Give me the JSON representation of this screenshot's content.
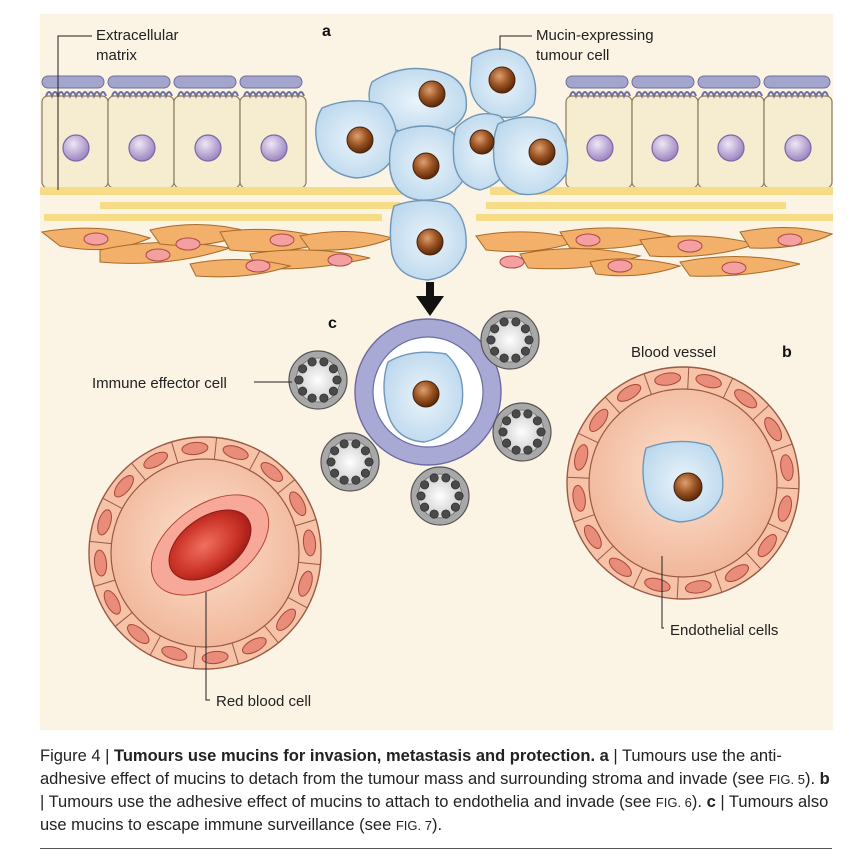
{
  "panels": {
    "a": "a",
    "b": "b",
    "c": "c"
  },
  "labels": {
    "extracellular_matrix": [
      "Extracellular",
      "matrix"
    ],
    "mucin_tumour_cell": [
      "Mucin-expressing",
      "tumour cell"
    ],
    "immune_effector_cell": "Immune effector cell",
    "blood_vessel": "Blood vessel",
    "endothelial_cells": "Endothelial cells",
    "red_blood_cell": "Red blood cell"
  },
  "caption": {
    "figure_no": "Figure 4 | ",
    "title": "Tumours use mucins for invasion, metastasis and protection.",
    "a_tag": " a",
    "a_text": " | Tumours use the anti-adhesive effect of mucins to detach from the tumour mass and surrounding stroma and invade (see ",
    "fig5": "FIG. 5",
    "b_pre": "). ",
    "b_tag": "b",
    "b_text": " | Tumours use the adhesive effect of mucins to attach to endothelia and invade (see ",
    "fig6": "FIG. 6",
    "c_pre": "). ",
    "c_tag": "c",
    "c_text": " | Tumours also use mucins to escape immune surveillance (see ",
    "fig7": "FIG. 7",
    "end": ")."
  },
  "colors": {
    "background": "#fbf3e3",
    "epithelium": "#f6ecd0",
    "microvilli": "#9fa0c8",
    "nucleus_purple": "#b9a6d4",
    "tumour_cell": "#cfe3f2",
    "tumour_nucleus": "#8a4a1c",
    "stroma": "#f2b06a",
    "stroma_nucleus": "#e88a8a",
    "matrix": "#f6dc86",
    "vessel": "#f6c2a8",
    "endothelium": "#e9a28e",
    "red_cell": "#d8443a",
    "immune_ring": "#a9a9d6"
  }
}
